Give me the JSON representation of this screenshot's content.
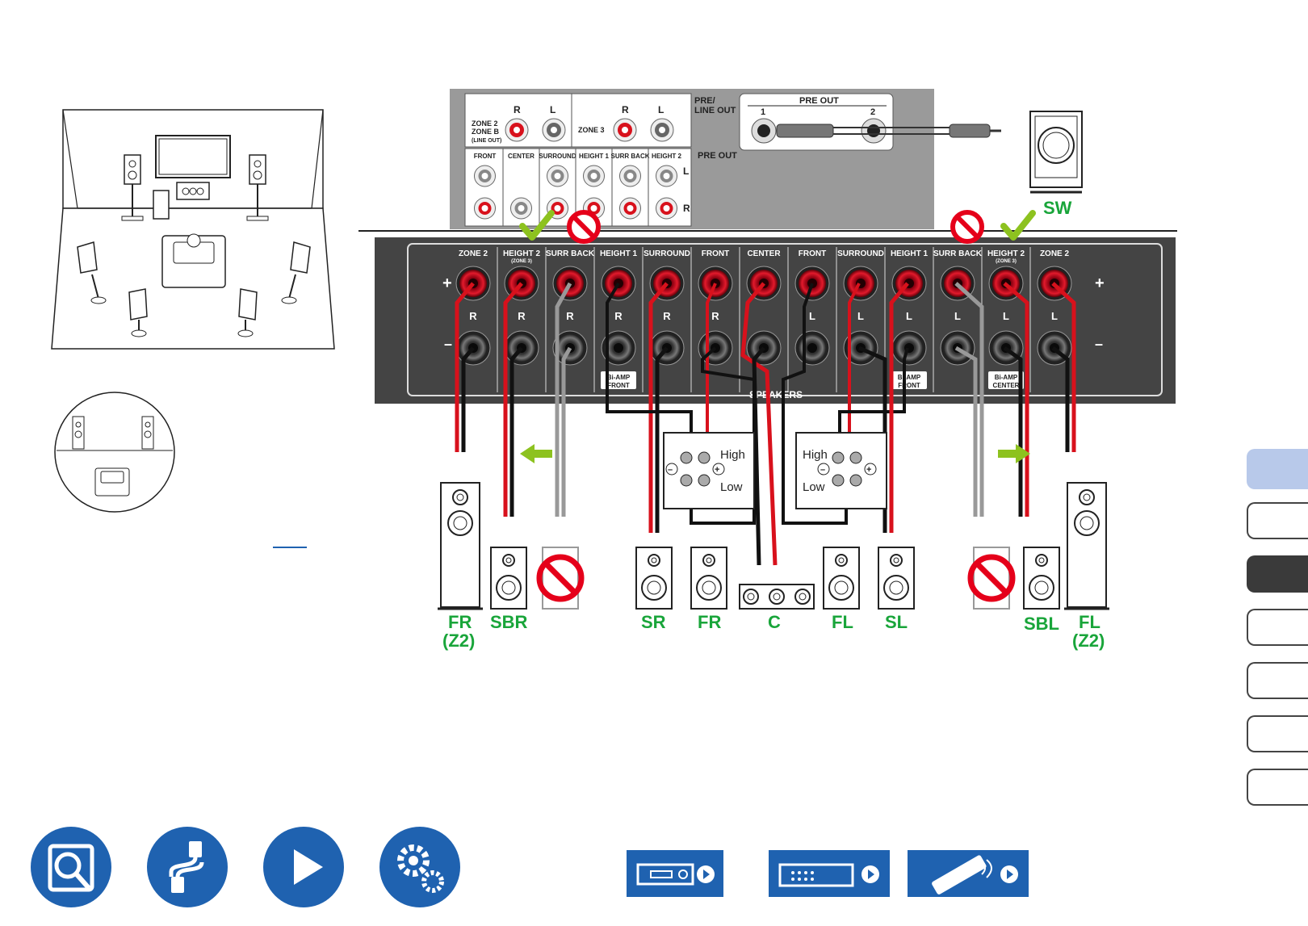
{
  "pre_out_panel": {
    "zone2_label": "ZONE 2",
    "zoneb_label": "ZONE B",
    "lineout_label": "(LINE OUT)",
    "zone3_label": "ZONE 3",
    "pre_line_out_1": "PRE/",
    "pre_line_out_2": "LINE OUT",
    "pre_out_label": "PRE OUT",
    "pre_out_head": "PRE OUT",
    "pre_out_ch1": "1",
    "pre_out_ch2": "2",
    "r": "R",
    "l": "L",
    "columns": [
      "FRONT",
      "CENTER",
      "SURROUND",
      "HEIGHT 1",
      "SURR BACK",
      "HEIGHT 2"
    ]
  },
  "speaker_panel": {
    "columns": [
      "ZONE 2",
      "HEIGHT 2",
      "SURR BACK",
      "HEIGHT 1",
      "SURROUND",
      "FRONT",
      "CENTER",
      "FRONT",
      "SURROUND",
      "HEIGHT 1",
      "SURR BACK",
      "HEIGHT 2",
      "ZONE 2"
    ],
    "zone3_note": "(ZONE 3)",
    "channels": [
      "R",
      "R",
      "R",
      "R",
      "R",
      "R",
      "",
      "L",
      "L",
      "L",
      "L",
      "L",
      "L"
    ],
    "plus": "+",
    "minus": "–",
    "speakers_label": "SPEAKERS",
    "biamp_front": "Bi-AMP",
    "biamp_front_sub": "FRONT",
    "biamp_center": "Bi-AMP",
    "biamp_center_sub": "CENTER"
  },
  "biamp_boxes": {
    "high": "High",
    "low": "Low"
  },
  "speaker_labels": {
    "fr_z2_left": "FR",
    "z2_left": "(Z2)",
    "sbr": "SBR",
    "sr": "SR",
    "fr": "FR",
    "c": "C",
    "fl": "FL",
    "sl": "SL",
    "sbl": "SBL",
    "fl_z2_right": "FL",
    "z2_right": "(Z2)",
    "sw": "SW"
  },
  "colors": {
    "accent_green": "#19a53a",
    "nav_blue": "#1f62b0",
    "wire_red": "#d8111c",
    "prohibit_red": "#e5001a",
    "check_green": "#8dc21f"
  }
}
